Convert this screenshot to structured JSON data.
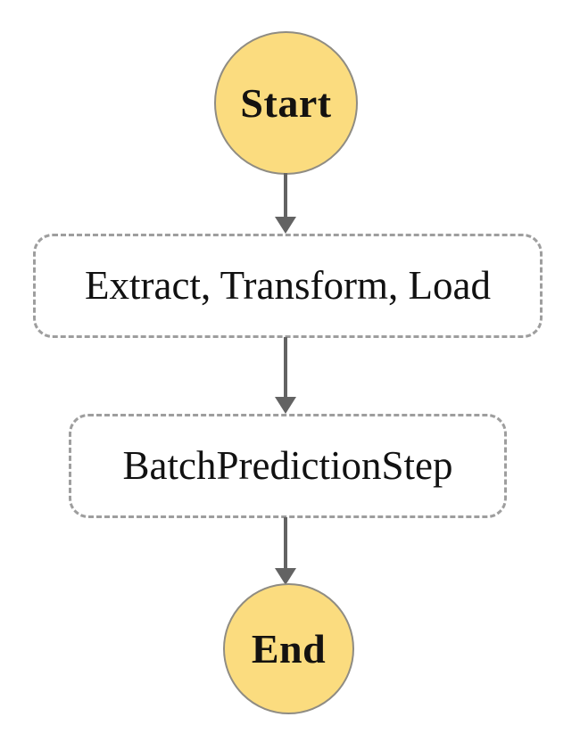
{
  "diagram": {
    "type": "flowchart",
    "orientation": "top-to-bottom",
    "title": "",
    "colors": {
      "terminator_fill": "#FBDC7F",
      "terminator_stroke": "#8F8C83",
      "process_fill": "#FFFFFF",
      "process_stroke": "#9E9E9E",
      "connector": "#636363",
      "text": "#111111",
      "background": "#FFFFFF"
    },
    "nodes": [
      {
        "id": "start",
        "label": "Start",
        "shape": "circle",
        "style": "solid",
        "role": "terminator"
      },
      {
        "id": "etl",
        "label": "Extract, Transform, Load",
        "shape": "rounded-rectangle",
        "style": "dashed",
        "role": "process"
      },
      {
        "id": "batch",
        "label": "BatchPredictionStep",
        "shape": "rounded-rectangle",
        "style": "dashed",
        "role": "process"
      },
      {
        "id": "end",
        "label": "End",
        "shape": "circle",
        "style": "solid",
        "role": "terminator"
      }
    ],
    "edges": [
      {
        "id": "start-etl",
        "from": "start",
        "to": "etl",
        "label": "",
        "arrow": "down"
      },
      {
        "id": "etl-batch",
        "from": "etl",
        "to": "batch",
        "label": "",
        "arrow": "down"
      },
      {
        "id": "batch-end",
        "from": "batch",
        "to": "end",
        "label": "",
        "arrow": "down"
      }
    ]
  }
}
